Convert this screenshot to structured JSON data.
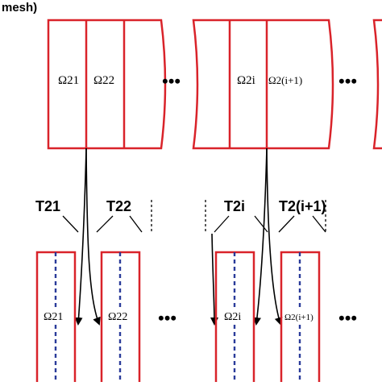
{
  "header": {
    "caption": "mesh)"
  },
  "top_domain": {
    "labels": [
      "Ω21",
      "Ω22",
      "Ω2i",
      "Ω2(i+1)"
    ],
    "ellipsis": "•••"
  },
  "transfer_ops": {
    "labels": [
      "T21",
      "T22",
      "T2i",
      "T2(i+1)"
    ]
  },
  "bottom_subdomains": {
    "labels": [
      "Ω21",
      "Ω22",
      "Ω2i",
      "Ω2(i+1)"
    ],
    "ellipsis": "•••"
  },
  "colors": {
    "domain_border": "#d9232a",
    "interface_line": "#2a3b9a",
    "text": "#000000",
    "background": "#ffffff"
  }
}
